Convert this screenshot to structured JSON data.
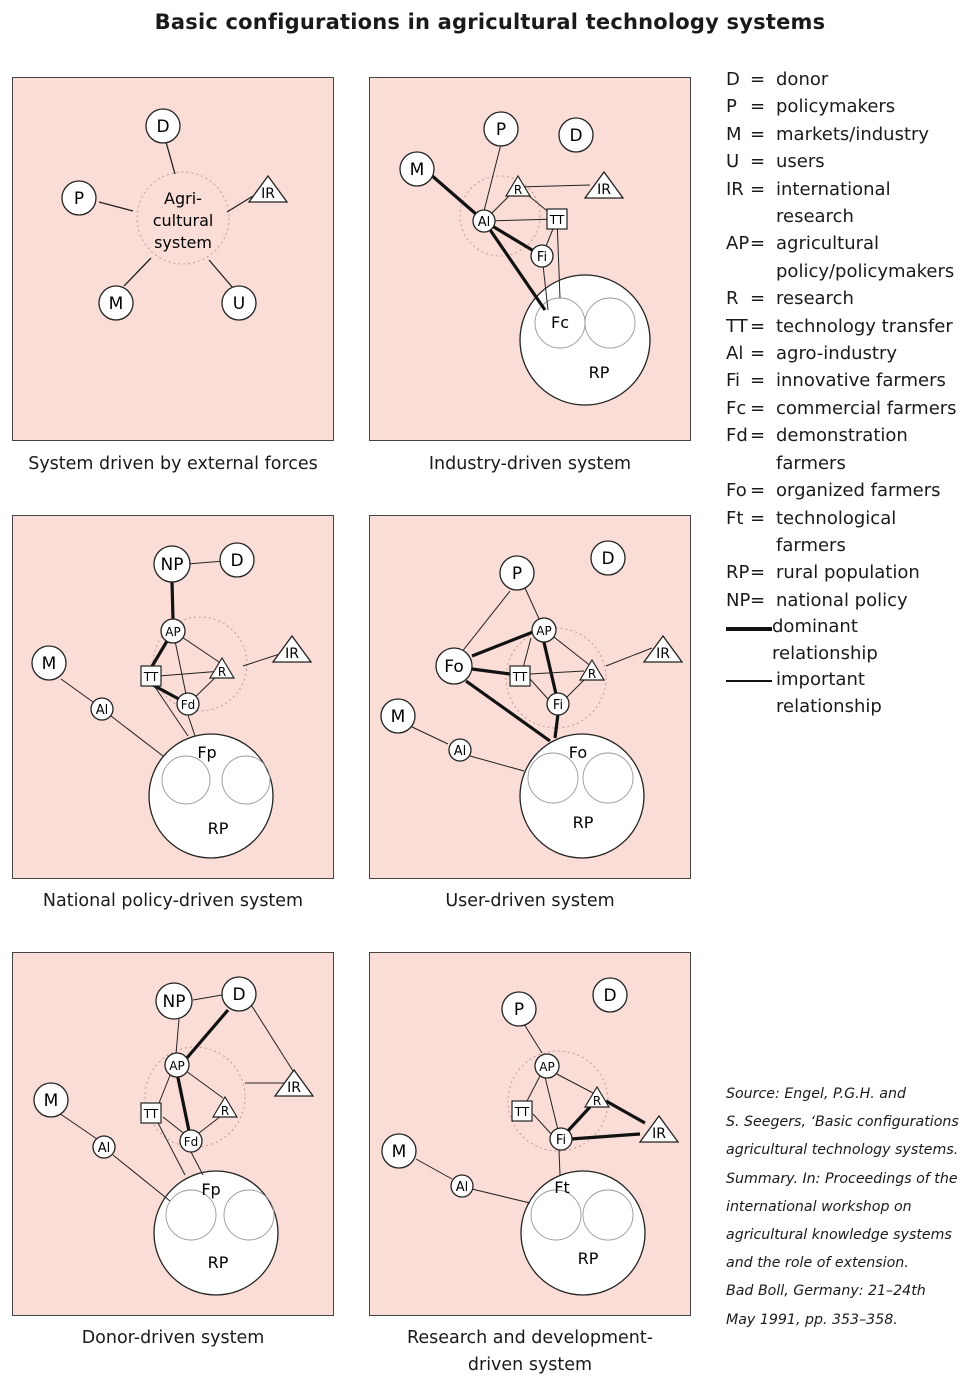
{
  "title": "Basic configurations in agricultural technology systems",
  "panels": [
    {
      "caption": "System driven by external forces",
      "center": "Agri-\ncultural\nsystem",
      "nodes": [
        {
          "label": "D",
          "shape": "circle"
        },
        {
          "label": "P",
          "shape": "circle"
        },
        {
          "label": "IR",
          "shape": "triangle"
        },
        {
          "label": "M",
          "shape": "circle"
        },
        {
          "label": "U",
          "shape": "circle"
        }
      ]
    },
    {
      "caption": "Industry-driven system",
      "nodes": [
        {
          "label": "P",
          "shape": "circle"
        },
        {
          "label": "D",
          "shape": "circle"
        },
        {
          "label": "M",
          "shape": "circle"
        },
        {
          "label": "R",
          "shape": "triangle"
        },
        {
          "label": "IR",
          "shape": "triangle"
        },
        {
          "label": "Al",
          "shape": "circle"
        },
        {
          "label": "TT",
          "shape": "square"
        },
        {
          "label": "Fi",
          "shape": "circle"
        },
        {
          "label": "Fc",
          "shape": "text"
        },
        {
          "label": "RP",
          "shape": "text"
        }
      ]
    },
    {
      "caption": "National policy-driven system",
      "nodes": [
        {
          "label": "NP",
          "shape": "circle"
        },
        {
          "label": "D",
          "shape": "circle"
        },
        {
          "label": "AP",
          "shape": "circle"
        },
        {
          "label": "IR",
          "shape": "triangle"
        },
        {
          "label": "M",
          "shape": "circle"
        },
        {
          "label": "TT",
          "shape": "square"
        },
        {
          "label": "R",
          "shape": "triangle"
        },
        {
          "label": "Al",
          "shape": "circle"
        },
        {
          "label": "Fd",
          "shape": "circle"
        },
        {
          "label": "Fp",
          "shape": "text"
        },
        {
          "label": "RP",
          "shape": "text"
        }
      ]
    },
    {
      "caption": "User-driven system",
      "nodes": [
        {
          "label": "P",
          "shape": "circle"
        },
        {
          "label": "D",
          "shape": "circle"
        },
        {
          "label": "AP",
          "shape": "circle"
        },
        {
          "label": "Fo",
          "shape": "circle"
        },
        {
          "label": "TT",
          "shape": "square"
        },
        {
          "label": "R",
          "shape": "triangle"
        },
        {
          "label": "IR",
          "shape": "triangle"
        },
        {
          "label": "Fi",
          "shape": "circle"
        },
        {
          "label": "M",
          "shape": "circle"
        },
        {
          "label": "Al",
          "shape": "circle"
        },
        {
          "label": "Fo",
          "shape": "text"
        },
        {
          "label": "RP",
          "shape": "text"
        }
      ]
    },
    {
      "caption": "Donor-driven system",
      "nodes": [
        {
          "label": "NP",
          "shape": "circle"
        },
        {
          "label": "D",
          "shape": "circle"
        },
        {
          "label": "AP",
          "shape": "circle"
        },
        {
          "label": "IR",
          "shape": "triangle"
        },
        {
          "label": "M",
          "shape": "circle"
        },
        {
          "label": "TT",
          "shape": "square"
        },
        {
          "label": "R",
          "shape": "triangle"
        },
        {
          "label": "Al",
          "shape": "circle"
        },
        {
          "label": "Fd",
          "shape": "circle"
        },
        {
          "label": "Fp",
          "shape": "text"
        },
        {
          "label": "RP",
          "shape": "text"
        }
      ]
    },
    {
      "caption": "Research and development-\ndriven system",
      "nodes": [
        {
          "label": "P",
          "shape": "circle"
        },
        {
          "label": "D",
          "shape": "circle"
        },
        {
          "label": "AP",
          "shape": "circle"
        },
        {
          "label": "TT",
          "shape": "square"
        },
        {
          "label": "R",
          "shape": "triangle"
        },
        {
          "label": "IR",
          "shape": "triangle"
        },
        {
          "label": "Fi",
          "shape": "circle"
        },
        {
          "label": "M",
          "shape": "circle"
        },
        {
          "label": "Al",
          "shape": "circle"
        },
        {
          "label": "Ft",
          "shape": "text"
        },
        {
          "label": "RP",
          "shape": "text"
        }
      ]
    }
  ],
  "legend": {
    "items": [
      {
        "key": "D",
        "eq": "=",
        "def": "donor"
      },
      {
        "key": "P",
        "eq": "=",
        "def": "policymakers"
      },
      {
        "key": "M",
        "eq": "=",
        "def": "markets/industry"
      },
      {
        "key": "U",
        "eq": "=",
        "def": "users"
      },
      {
        "key": "IR",
        "eq": "=",
        "def": "international\nresearch"
      },
      {
        "key": "AP",
        "eq": "=",
        "def": "agricultural\npolicy/policymakers"
      },
      {
        "key": "R",
        "eq": "=",
        "def": "research"
      },
      {
        "key": "TT",
        "eq": "=",
        "def": "technology transfer"
      },
      {
        "key": "Al",
        "eq": "=",
        "def": "agro-industry"
      },
      {
        "key": "Fi",
        "eq": "=",
        "def": "innovative farmers"
      },
      {
        "key": "Fc",
        "eq": "=",
        "def": "commercial farmers"
      },
      {
        "key": "Fd",
        "eq": "=",
        "def": "demonstration\nfarmers"
      },
      {
        "key": "Fo",
        "eq": "=",
        "def": "organized farmers"
      },
      {
        "key": "Ft",
        "eq": "=",
        "def": "technological\nfarmers"
      },
      {
        "key": "RP",
        "eq": "=",
        "def": "rural population"
      },
      {
        "key": "NP",
        "eq": "=",
        "def": "national policy"
      }
    ],
    "dominant": "dominant\nrelationship",
    "important": "important\nrelationship"
  },
  "source": [
    "Source: Engel, P.G.H. and",
    "S. Seegers, ‘Basic configurations in",
    "agricultural technology systems.’",
    "Summary. In: Proceedings of the",
    "international workshop on",
    "agricultural knowledge systems",
    "and the role of extension.",
    "Bad Boll, Germany: 21–24th",
    "May 1991, pp. 353–358."
  ],
  "colors": {
    "panel": "#f9ddd6",
    "line": "#222222",
    "dotted": "#c89898",
    "node": "#ffffff"
  }
}
